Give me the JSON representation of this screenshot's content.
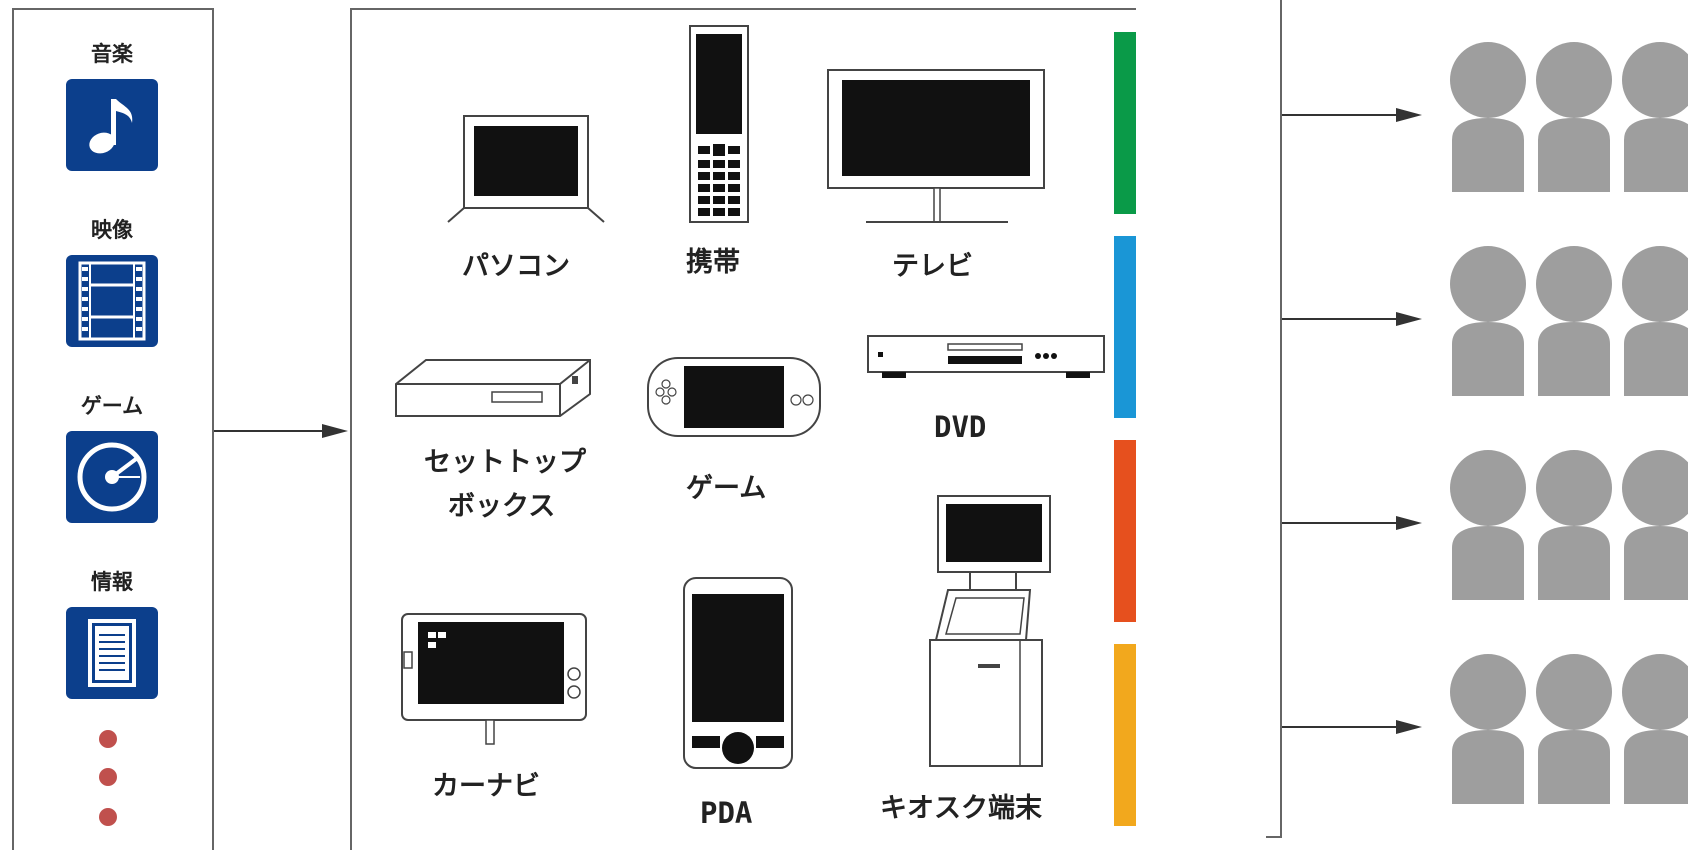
{
  "categories": [
    {
      "label": "音楽",
      "icon": "music-note-icon"
    },
    {
      "label": "映像",
      "icon": "film-strip-icon"
    },
    {
      "label": "ゲーム",
      "icon": "disc-icon"
    },
    {
      "label": "情報",
      "icon": "document-icon"
    }
  ],
  "devices": {
    "pc": "パソコン",
    "mobile": "携帯",
    "tv": "テレビ",
    "stb_line1": "セットトップ",
    "stb_line2": "ボックス",
    "game": "ゲーム",
    "dvd": "DVD",
    "carnavi": "カーナビ",
    "pda": "PDA",
    "kiosk": "キオスク端末"
  },
  "colors": {
    "category_tile": "#0c3f8c",
    "dot": "#c0504d",
    "person": "#9e9e9e",
    "bars": [
      "#0a9a48",
      "#1a96d6",
      "#e6501e",
      "#f2a81d"
    ]
  }
}
